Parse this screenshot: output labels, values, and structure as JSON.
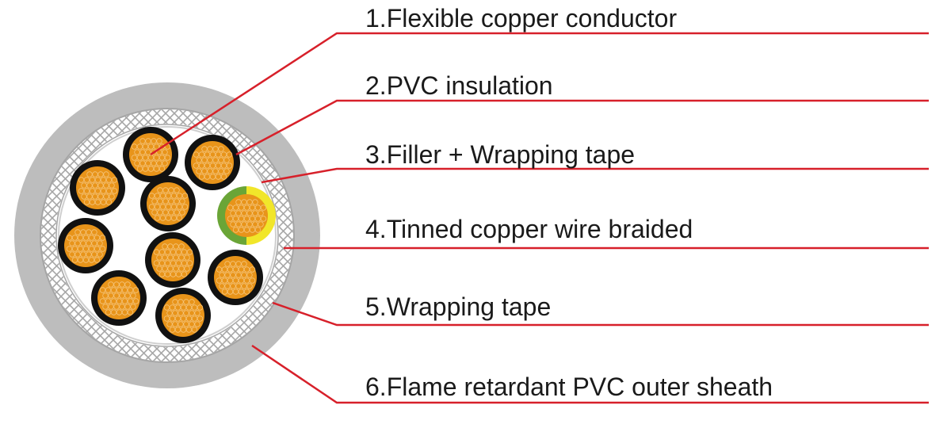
{
  "labels": [
    "1.Flexible copper conductor",
    "2.PVC insulation",
    "3.Filler + Wrapping tape",
    "4.Tinned copper wire braided",
    "5.Wrapping tape",
    "6.Flame retardant PVC outer sheath"
  ],
  "colors": {
    "leader": "#d7202a",
    "sheath": "#bdbdbd",
    "braid": "#a9a9a9",
    "insulation": "#111111",
    "copper": "#e8941a",
    "earth_green": "#6aa537",
    "earth_yellow": "#f1e62a"
  }
}
